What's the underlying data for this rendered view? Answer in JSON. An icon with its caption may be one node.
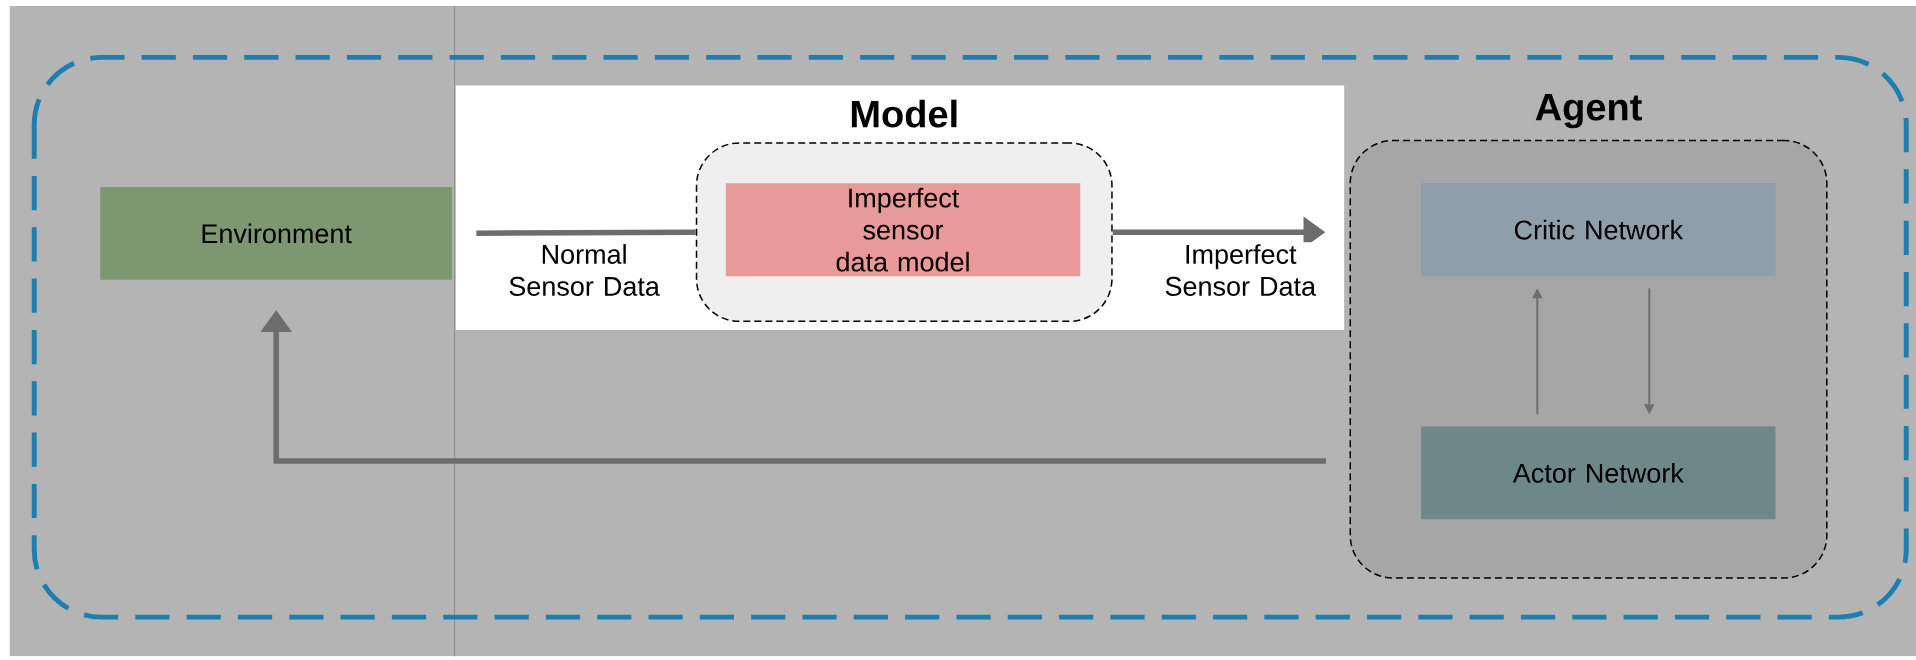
{
  "diagram": {
    "nodes": [
      {
        "text": [
          "Environment"
        ]
      },
      {
        "text": [
          "Model"
        ]
      },
      {
        "text": [
          "Imperfect sensor data model"
        ],
        "in": 1
      },
      {
        "text": [
          "Agent"
        ]
      },
      {
        "text": [
          "Critic Network"
        ],
        "in": 3
      },
      {
        "text": [
          "Actor Network"
        ],
        "in": 3
      }
    ],
    "edges": [
      {
        "from": 0,
        "to": 1,
        "arrow": "none",
        "label": "Normal Sensor Data"
      },
      {
        "from": 1,
        "to": 3,
        "arrow": "to",
        "label": "Imperfect Sensor Data"
      },
      {
        "from": 5,
        "to": 0,
        "arrow": "to"
      },
      {
        "from": 5,
        "to": 4,
        "arrow": "to"
      },
      {
        "from": 4,
        "to": 5,
        "arrow": "to"
      }
    ]
  }
}
